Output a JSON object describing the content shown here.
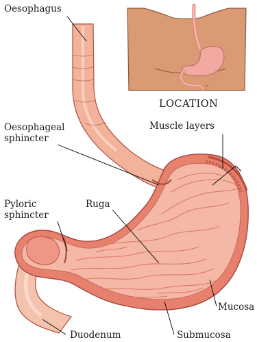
{
  "inset": {
    "caption": "LOCATION"
  },
  "labels": {
    "oesophagus": "Oesophagus",
    "oesophageal_sphincter_line1": "Oesophageal",
    "oesophageal_sphincter_line2": "sphincter",
    "muscle_layers": "Muscle layers",
    "pyloric_sphincter_line1": "Pyloric",
    "pyloric_sphincter_line2": "sphincter",
    "ruga": "Ruga",
    "mucosa": "Mucosa",
    "duodenum": "Duodenum",
    "submucosa": "Submucosa"
  },
  "colors": {
    "skin": "#d99a74",
    "skin_outline": "#8a5a3e",
    "stomach_wall": "#e8806e",
    "stomach_inner": "#f5b7a6",
    "tube": "#f2b39a",
    "tube_outline": "#b5544a",
    "muscle_band": "#c8604f",
    "label_line": "#000000"
  }
}
